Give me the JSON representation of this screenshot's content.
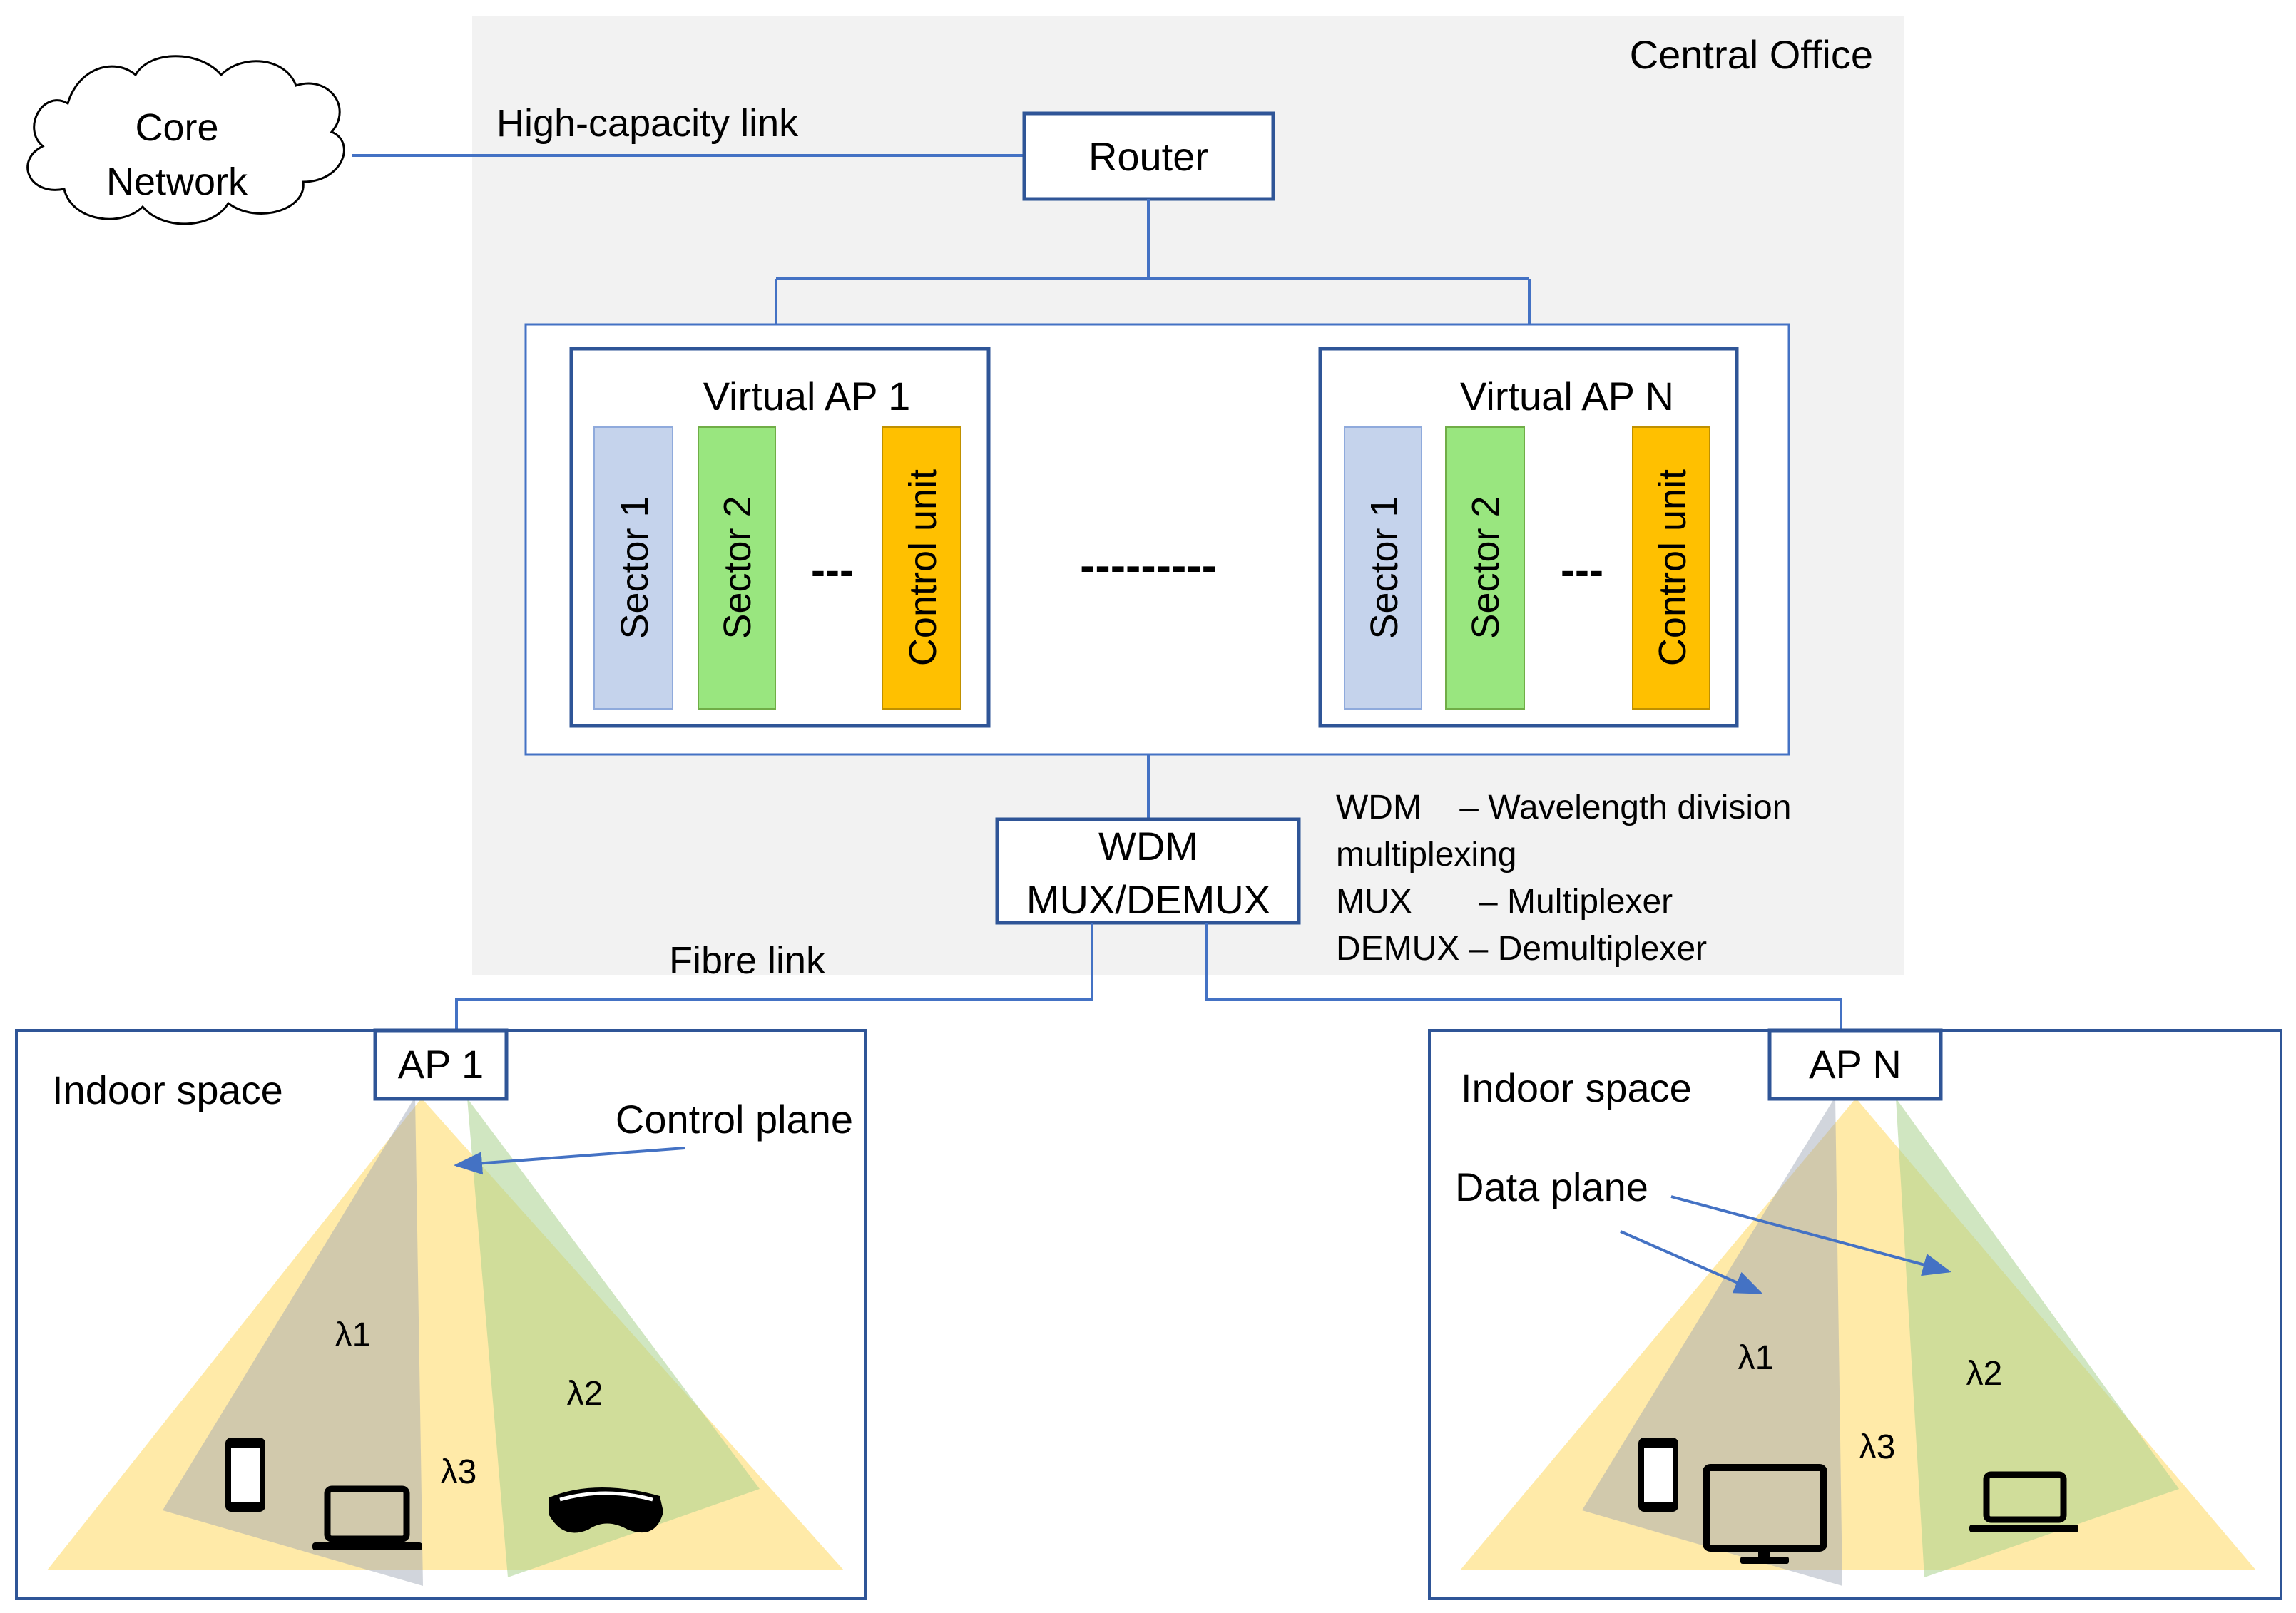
{
  "central_office": {
    "label": "Central Office"
  },
  "core_network": {
    "line1": "Core",
    "line2": "Network"
  },
  "links": {
    "high_capacity": "High-capacity link",
    "fibre": "Fibre link"
  },
  "router": {
    "label": "Router"
  },
  "virtual_ap_1": {
    "title": "Virtual AP 1",
    "sector1": "Sector 1",
    "sector2": "Sector 2",
    "ellipsis": "---",
    "control": "Control unit"
  },
  "virtual_ap_n": {
    "title": "Virtual AP N",
    "sector1": "Sector 1",
    "sector2": "Sector 2",
    "ellipsis": "---",
    "control": "Control unit"
  },
  "middle_ellipsis": "---------",
  "wdm_box": {
    "line1": "WDM",
    "line2": "MUX/DEMUX"
  },
  "legend": {
    "line1": "WDM    – Wavelength division",
    "line2": "multiplexing",
    "line3": "MUX       – Multiplexer",
    "line4": "DEMUX – Demultiplexer"
  },
  "space_1": {
    "indoor": "Indoor space",
    "ap": "AP 1",
    "plane": "Control plane",
    "lambda1": "λ1",
    "lambda2": "λ2",
    "lambda3": "λ3"
  },
  "space_n": {
    "indoor": "Indoor space",
    "ap": "AP N",
    "plane": "Data plane",
    "lambda1": "λ1",
    "lambda2": "λ2",
    "lambda3": "λ3"
  },
  "colors": {
    "line_blue": "#4472c4",
    "box_border": "#2f5597",
    "central_bg": "#f2f2f2",
    "sector1": "#c5d3ec",
    "sector2": "#99e67f",
    "control": "#ffc000",
    "beam_yellow": "#ffe699",
    "beam_blue": "#b4c7e7",
    "beam_green": "#c5e0b4"
  }
}
